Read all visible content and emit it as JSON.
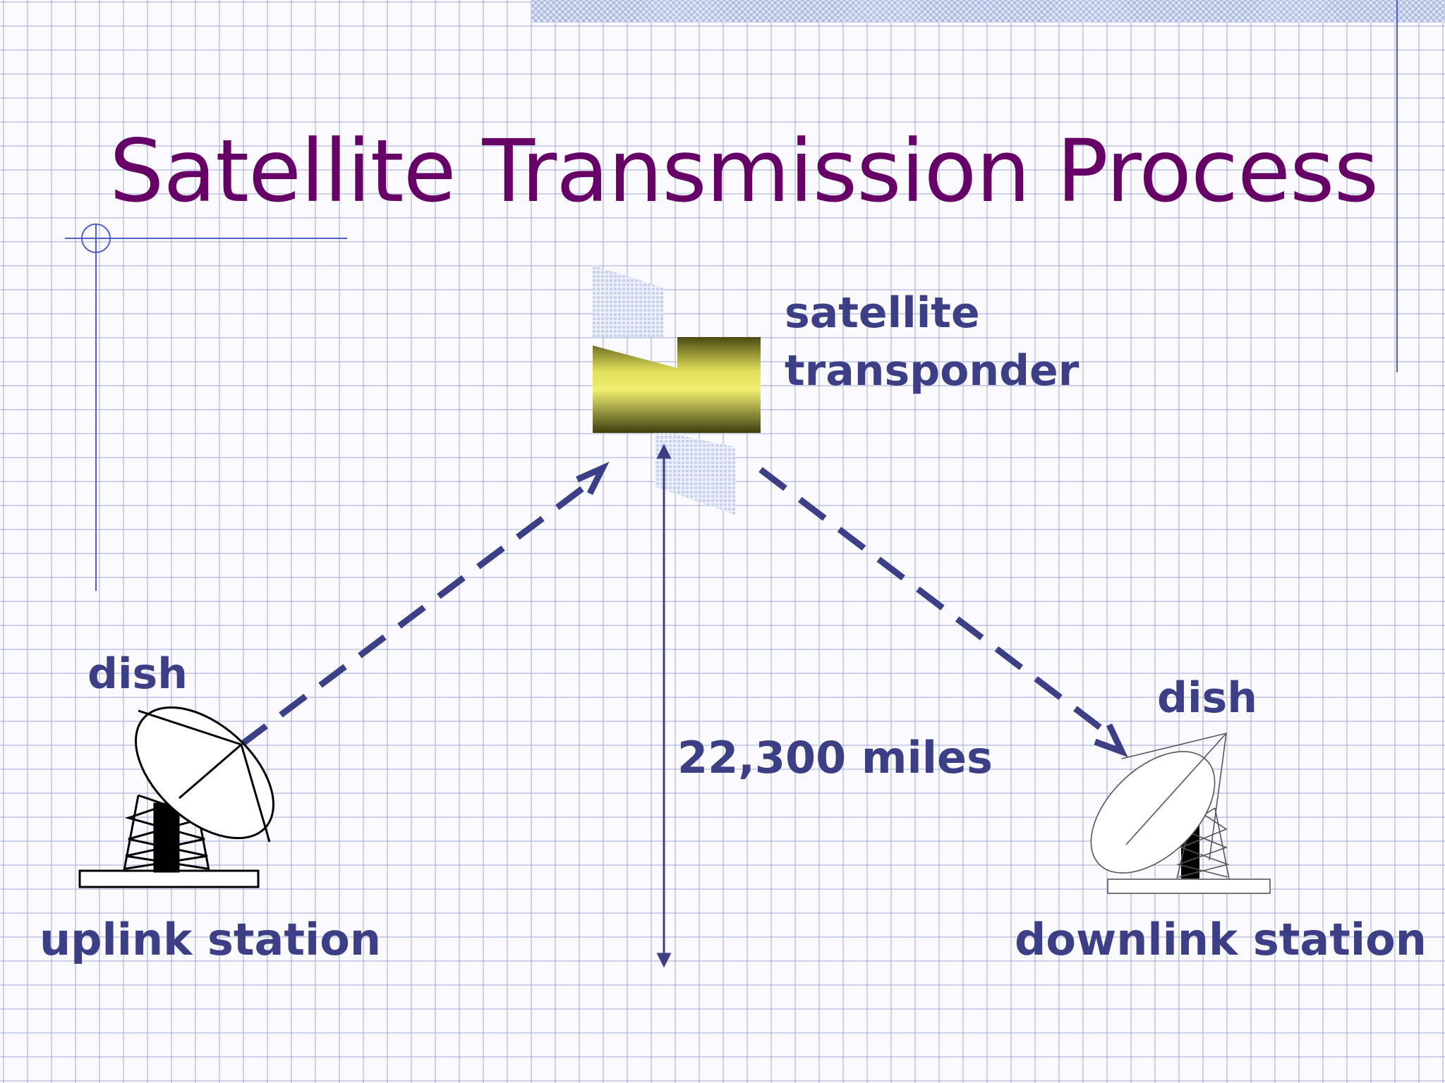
{
  "slide": {
    "title": "Satellite Transmission Process"
  },
  "labels": {
    "satellite": "satellite",
    "transponder": "transponder",
    "uplink_dish": "dish",
    "uplink_station": "uplink station",
    "downlink_dish": "dish",
    "downlink_station": "downlink station",
    "distance": "22,300 miles"
  },
  "colors": {
    "title": "#660066",
    "label": "#3c3f86",
    "beam": "#3c3f86",
    "transponder_fill": "#e6e650"
  },
  "icons": [
    "satellite-transponder-icon",
    "uplink-dish-icon",
    "downlink-dish-icon"
  ]
}
